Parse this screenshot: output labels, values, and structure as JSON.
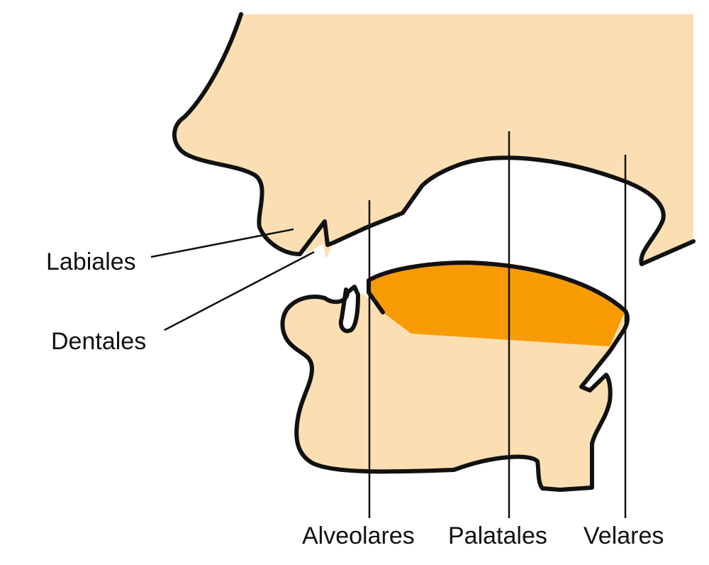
{
  "diagram": {
    "colors": {
      "skin": "#fbdfb2",
      "tongue_highlight": "#f99b05",
      "outline": "#111111",
      "background": "#ffffff"
    },
    "labels": {
      "labiales": "Labiales",
      "dentales": "Dentales",
      "alveolares": "Alveolares",
      "palatales": "Palatales",
      "velares": "Velares"
    }
  }
}
